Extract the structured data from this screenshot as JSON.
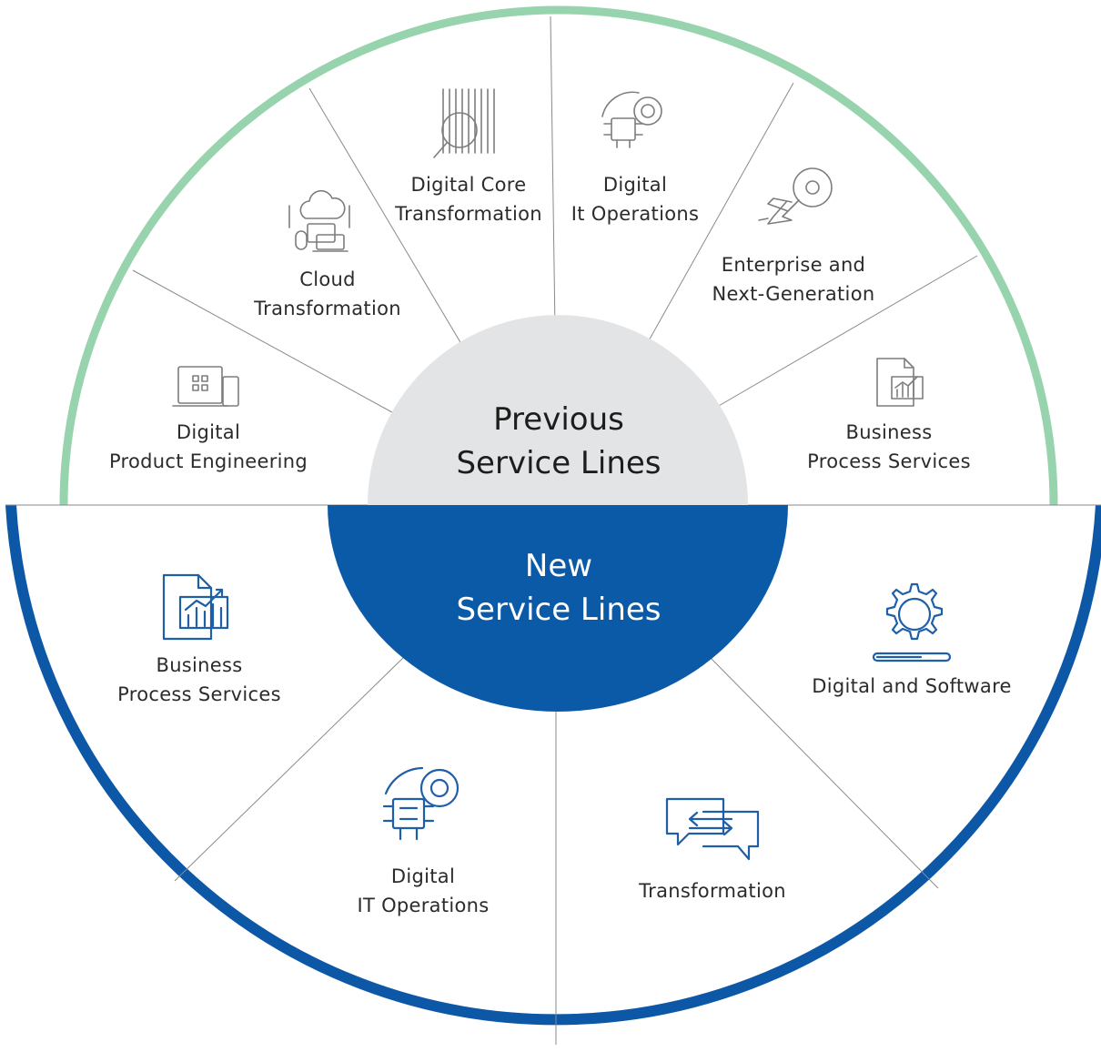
{
  "hubs": {
    "previous": {
      "line1": "Previous",
      "line2": "Service Lines"
    },
    "new": {
      "line1": "New",
      "line2": "Service Lines"
    }
  },
  "previous_service_lines": [
    {
      "icon": "digital-product-icon",
      "line1": "Digital",
      "line2": "Product Engineering"
    },
    {
      "icon": "cloud-devices-icon",
      "line1": "Cloud",
      "line2": "Transformation"
    },
    {
      "icon": "binary-magnifier-icon",
      "line1": "Digital Core",
      "line2": "Transformation"
    },
    {
      "icon": "chip-gear-icon",
      "line1": "Digital",
      "line2": "It Operations"
    },
    {
      "icon": "starship-icon",
      "line1": "Enterprise and",
      "line2": "Next-Generation"
    },
    {
      "icon": "report-chart-icon",
      "line1": "Business",
      "line2": "Process Services"
    }
  ],
  "new_service_lines": [
    {
      "icon": "report-chart-icon",
      "line1": "Business",
      "line2": "Process Services"
    },
    {
      "icon": "chip-gear-icon",
      "line1": "Digital",
      "line2": "IT Operations"
    },
    {
      "icon": "chat-arrows-icon",
      "line1": "Transformation",
      "line2": ""
    },
    {
      "icon": "gear-progress-icon",
      "line1": "Digital and Software",
      "line2": ""
    }
  ],
  "colors": {
    "previous_ring": "#97d3ad",
    "new_ring": "#0d57a7",
    "previous_hub": "#e3e4e6",
    "new_hub": "#0b5aa8",
    "divider": "#8a8a8a",
    "icon_gray": "#7d7d7d",
    "icon_blue": "#1f5fa8"
  }
}
